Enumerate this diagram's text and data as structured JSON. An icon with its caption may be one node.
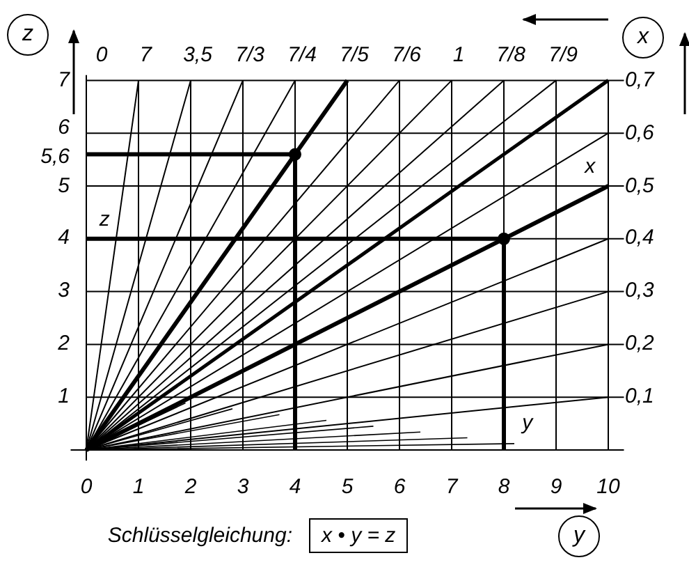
{
  "diagram": {
    "nodes": [
      {
        "text": [
          "z"
        ]
      },
      {
        "text": [
          "x"
        ]
      },
      {
        "text": [
          "x • y = z"
        ]
      },
      {
        "text": [
          "y"
        ]
      }
    ],
    "labels": [
      "0",
      "7̇",
      "3,5",
      "7/3",
      "7/4",
      "7/5",
      "7/6",
      "1",
      "7/8",
      "7/9",
      "7",
      "6",
      "5,6",
      "5",
      "4",
      "3",
      "2",
      "1",
      "0,7",
      "0,6",
      "0,5",
      "0,4",
      "0,3",
      "0,2",
      "0,1",
      "x",
      "z",
      "y",
      "0",
      "1",
      "2",
      "3",
      "4",
      "5",
      "6",
      "7",
      "8",
      "9",
      "10",
      "Schlüsselgleichung:"
    ]
  }
}
